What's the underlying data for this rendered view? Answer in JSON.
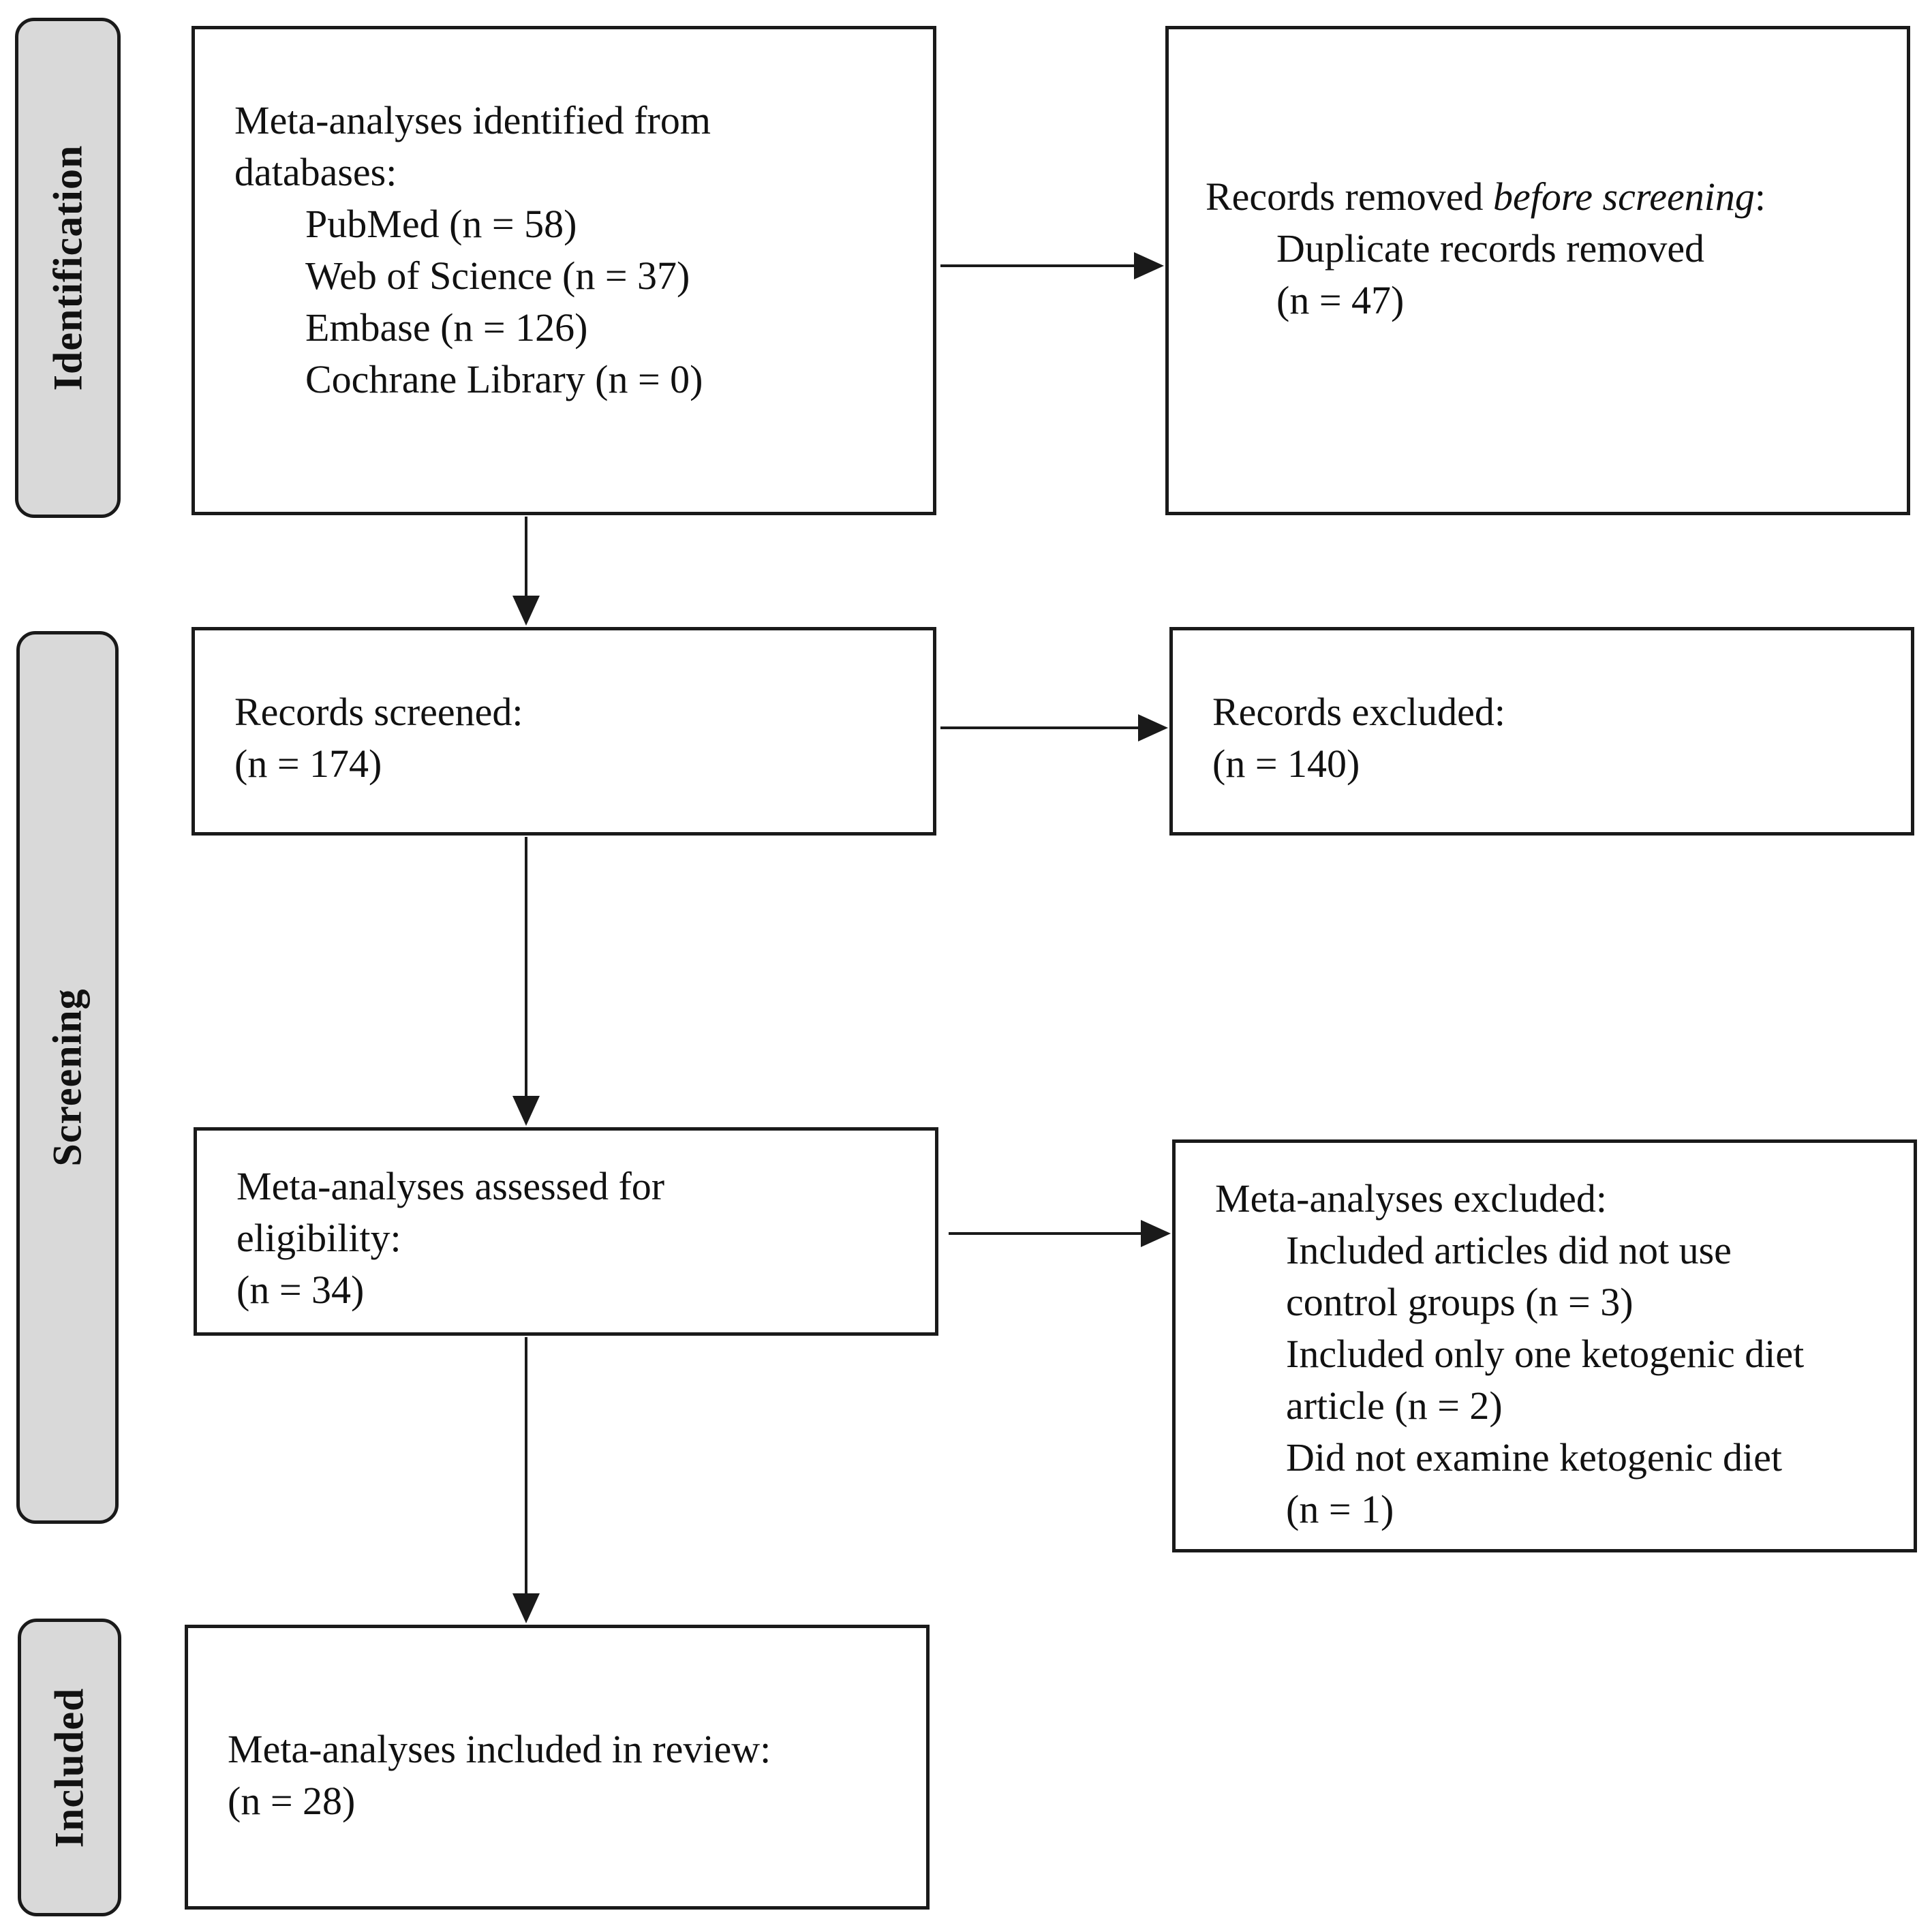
{
  "phases": {
    "identification": "Identification",
    "screening": "Screening",
    "included": "Included"
  },
  "identified": {
    "heading": "Meta-analyses identified from",
    "heading_cont": "databases:",
    "sources": [
      "PubMed (n = 58)",
      "Web of Science (n = 37)",
      "Embase (n = 126)",
      "Cochrane Library (n = 0)"
    ]
  },
  "removed": {
    "heading_prefix": "Records removed ",
    "heading_emph": "before screening",
    "heading_suffix": ":",
    "line1": "Duplicate records removed",
    "line2": "(n = 47)"
  },
  "screened": {
    "heading": "Records screened:",
    "count": "(n = 174)"
  },
  "excluded_records": {
    "heading": "Records excluded:",
    "count": "(n = 140)"
  },
  "eligibility": {
    "heading": "Meta-analyses assessed for",
    "heading_cont": "eligibility:",
    "count": "(n = 34)"
  },
  "excluded_meta": {
    "heading": "Meta-analyses excluded:",
    "lines": [
      "Included articles did not use",
      "control groups (n = 3)",
      "Included only one ketogenic diet",
      "article (n = 2)",
      "Did not examine ketogenic diet",
      "(n = 1)"
    ]
  },
  "included": {
    "heading": "Meta-analyses included in review:",
    "count": "(n = 28)"
  }
}
